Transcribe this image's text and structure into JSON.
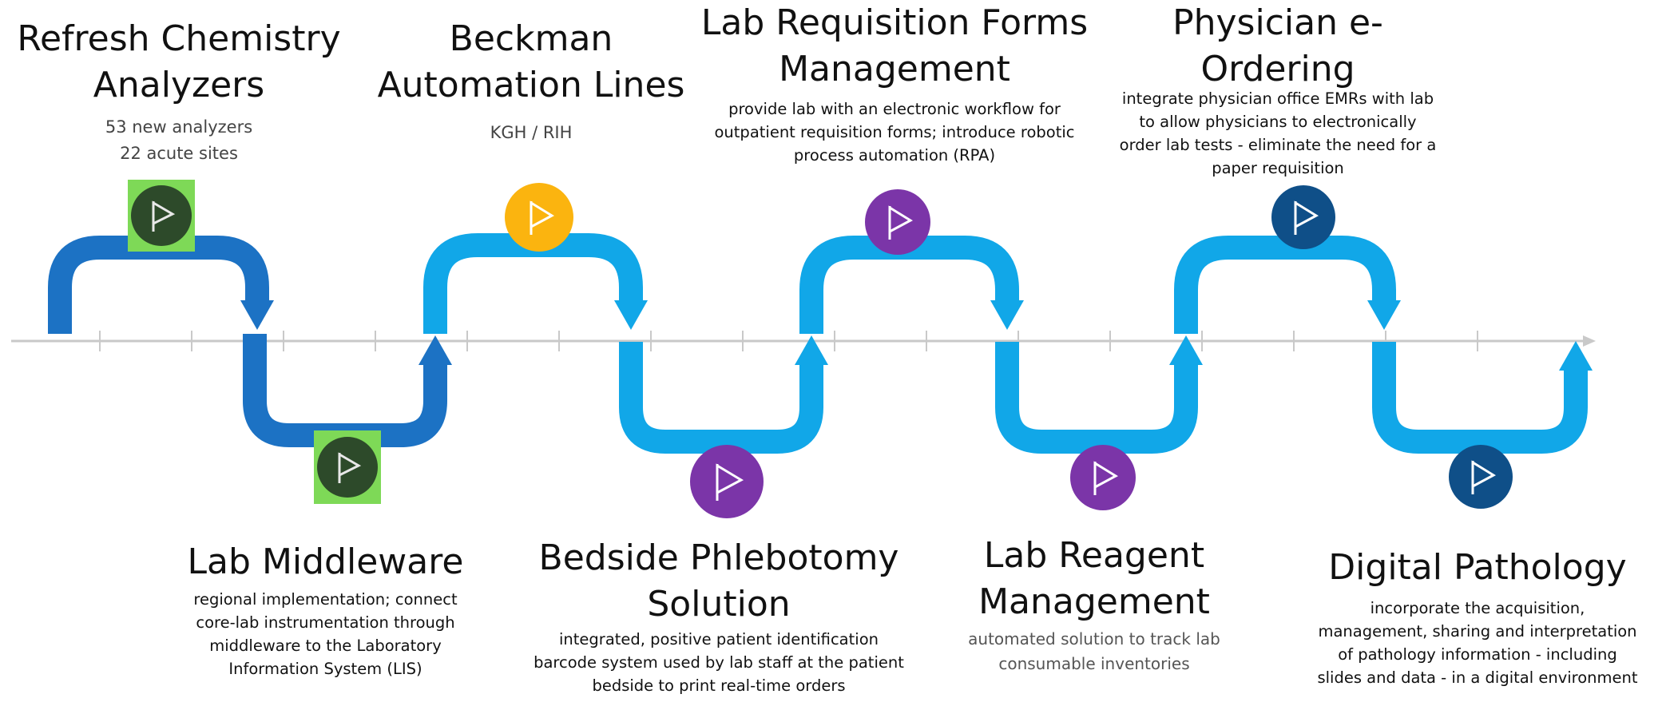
{
  "colors": {
    "dark_blue_path": "#1c72c4",
    "light_blue_path": "#11a7e8",
    "axis": "#c9c9c9",
    "green_square": "#7ed957",
    "green_circle": "#2d4a2a",
    "yellow": "#fbb40f",
    "purple": "#7b35a8",
    "navy": "#0f4f88"
  },
  "milestones": [
    {
      "title": "Refresh Chemistry\nAnalyzers",
      "detail": "53 new analyzers\n22 acute sites",
      "icon": "flag-icon",
      "marker": "green-square"
    },
    {
      "title": "Lab Middleware",
      "detail": "regional implementation; connect\ncore-lab instrumentation through\nmiddleware to the Laboratory\nInformation System (LIS)",
      "icon": "flag-icon",
      "marker": "green-square"
    },
    {
      "title": "Beckman\nAutomation Lines",
      "detail": "KGH / RIH",
      "icon": "flag-icon",
      "marker": "yellow-circle"
    },
    {
      "title": "Bedside Phlebotomy\nSolution",
      "detail": "integrated, positive patient identification\nbarcode system used by lab staff at the patient\nbedside to print real-time orders",
      "icon": "flag-icon",
      "marker": "purple-circle"
    },
    {
      "title": "Lab Requisition Forms\nManagement",
      "detail": "provide lab with an electronic workflow for\noutpatient requisition forms; introduce robotic\nprocess automation (RPA)",
      "icon": "flag-icon",
      "marker": "purple-circle"
    },
    {
      "title": "Lab Reagent\nManagement",
      "detail": "automated solution to track lab\nconsumable inventories",
      "icon": "flag-icon",
      "marker": "purple-circle"
    },
    {
      "title": "Physician e-\nOrdering",
      "detail": "integrate physician office EMRs with lab\nto allow physicians to electronically\norder lab tests - eliminate the need for a\npaper requisition",
      "icon": "flag-icon",
      "marker": "navy-circle"
    },
    {
      "title": "Digital Pathology",
      "detail": "incorporate the acquisition,\nmanagement, sharing and interpretation\nof pathology information - including\nslides and data - in a digital environment",
      "icon": "flag-icon",
      "marker": "navy-circle"
    }
  ]
}
